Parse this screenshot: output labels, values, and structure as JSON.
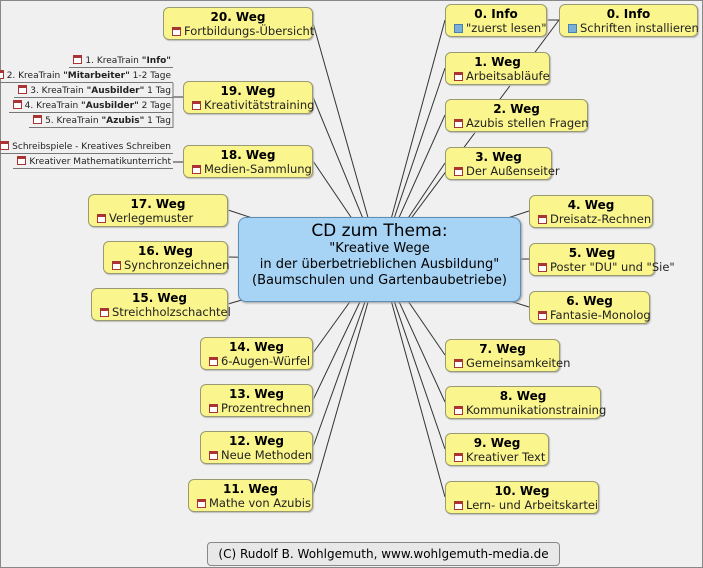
{
  "center": {
    "title": "CD zum Thema:",
    "line1": "\"Kreative Wege",
    "line2": "in der überbetrieblichen Ausbildung\"",
    "line3": "(Baumschulen und Gartenbaubetriebe)"
  },
  "nodes": [
    {
      "id": "n0a",
      "title": "0. Info",
      "label": "\"zuerst lesen\"",
      "icon": "info"
    },
    {
      "id": "n0b",
      "title": "0. Info",
      "label": "Schriften installieren",
      "icon": "info"
    },
    {
      "id": "n1",
      "title": "1. Weg",
      "label": "Arbeitsabläufe",
      "icon": "pdf"
    },
    {
      "id": "n2",
      "title": "2. Weg",
      "label": "Azubis stellen Fragen",
      "icon": "pdf"
    },
    {
      "id": "n3",
      "title": "3. Weg",
      "label": "Der Außenseiter",
      "icon": "pdf"
    },
    {
      "id": "n4",
      "title": "4. Weg",
      "label": "Dreisatz-Rechnen",
      "icon": "pdf"
    },
    {
      "id": "n5",
      "title": "5. Weg",
      "label": "Poster \"DU\" und \"Sie\"",
      "icon": "pdf"
    },
    {
      "id": "n6",
      "title": "6. Weg",
      "label": "Fantasie-Monolog",
      "icon": "pdf"
    },
    {
      "id": "n7",
      "title": "7. Weg",
      "label": "Gemeinsamkeiten",
      "icon": "pdf"
    },
    {
      "id": "n8",
      "title": "8. Weg",
      "label": "Kommunikationstraining",
      "icon": "pdf"
    },
    {
      "id": "n9",
      "title": "9. Weg",
      "label": "Kreativer Text",
      "icon": "pdf"
    },
    {
      "id": "n10",
      "title": "10. Weg",
      "label": "Lern- und Arbeitskartei",
      "icon": "pdf"
    },
    {
      "id": "n11",
      "title": "11. Weg",
      "label": "Mathe von Azubis",
      "icon": "pdf"
    },
    {
      "id": "n12",
      "title": "12. Weg",
      "label": "Neue Methoden",
      "icon": "pdf"
    },
    {
      "id": "n13",
      "title": "13. Weg",
      "label": "Prozentrechnen",
      "icon": "pdf"
    },
    {
      "id": "n14",
      "title": "14. Weg",
      "label": "6-Augen-Würfel",
      "icon": "pdf"
    },
    {
      "id": "n15",
      "title": "15. Weg",
      "label": "Streichholzschachtel",
      "icon": "pdf"
    },
    {
      "id": "n16",
      "title": "16. Weg",
      "label": "Synchronzeichnen",
      "icon": "pdf"
    },
    {
      "id": "n17",
      "title": "17. Weg",
      "label": "Verlegemuster",
      "icon": "pdf"
    },
    {
      "id": "n18",
      "title": "18. Weg",
      "label": "Medien-Sammlung",
      "icon": "pdf"
    },
    {
      "id": "n19",
      "title": "19. Weg",
      "label": "Kreativitätstraining",
      "icon": "pdf"
    },
    {
      "id": "n20",
      "title": "20. Weg",
      "label": "Fortbildungs-Übersicht",
      "icon": "pdf"
    }
  ],
  "subitems19": [
    {
      "pre": "1. KreaTrain ",
      "bold": "\"Info\"",
      "post": ""
    },
    {
      "pre": "2. KreaTrain ",
      "bold": "\"Mitarbeiter\"",
      "post": " 1-2 Tage"
    },
    {
      "pre": "3. KreaTrain ",
      "bold": "\"Ausbilder\"",
      "post": " 1 Tag"
    },
    {
      "pre": "4. KreaTrain ",
      "bold": "\"Ausbilder\"",
      "post": " 2 Tage"
    },
    {
      "pre": "5. KreaTrain ",
      "bold": "\"Azubis\"",
      "post": " 1 Tag"
    }
  ],
  "subitems18": [
    {
      "pre": "Schreibspiele - Kreatives Schreiben",
      "bold": "",
      "post": ""
    },
    {
      "pre": "Kreativer Mathematikunterricht",
      "bold": "",
      "post": ""
    }
  ],
  "footer": "(C) Rudolf B. Wohlgemuth, www.wohlgemuth-media.de"
}
